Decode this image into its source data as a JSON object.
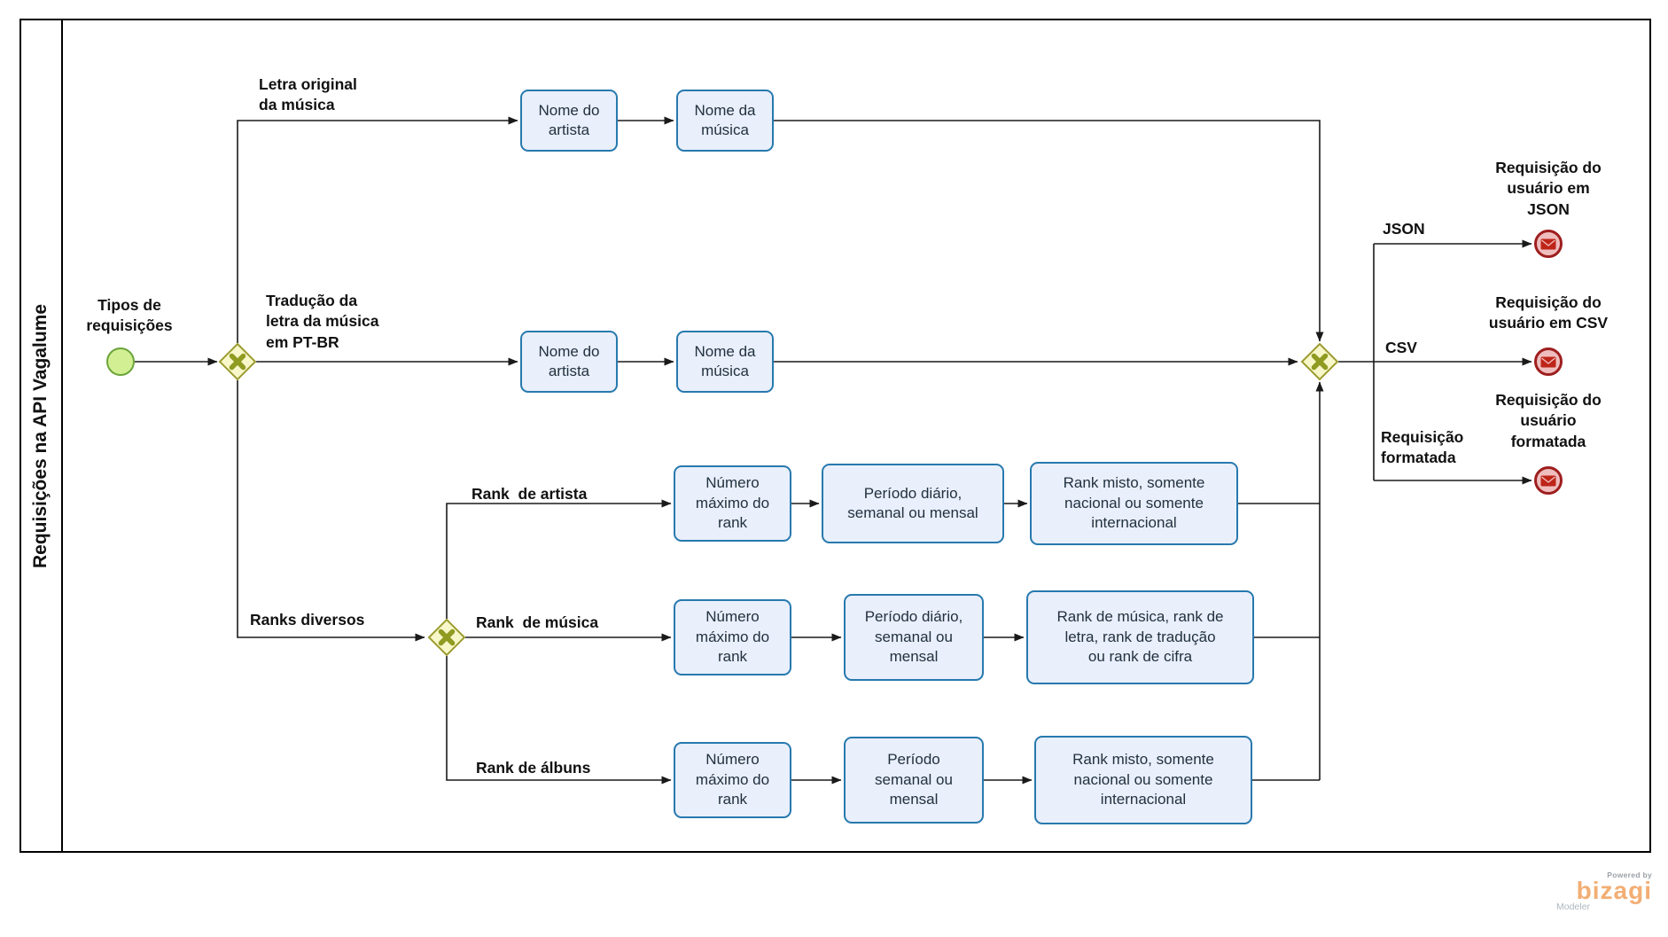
{
  "colors": {
    "task_fill": "#E9EFFB",
    "task_border": "#2779AE",
    "start_fill": "#D2EF93",
    "start_border": "#6BA43A",
    "gateway_fill": "#F7F7C9",
    "gateway_border": "#9C9C30",
    "gateway_cross": "#8F9B21",
    "end_fill": "#EFBDBD",
    "end_border": "#9E1E1E",
    "end_icon": "#BE2418",
    "brand_orange": "#F2AE74"
  },
  "lane": {
    "title": "Requisições na API Vagalume"
  },
  "labels": {
    "start": "Tipos de\nrequisições",
    "branch_letra": "Letra original\nda música",
    "branch_traducao": "Tradução da\nletra da música\nem PT-BR",
    "branch_ranks": "Ranks diversos",
    "branch_rank_artista": "Rank  de artista",
    "branch_rank_musica": "Rank  de música",
    "branch_rank_albuns": "Rank de álbuns",
    "edge_json": "JSON",
    "edge_csv": "CSV",
    "edge_formatada": "Requisição\nformatada",
    "end_json": "Requisição do\nusuário em\nJSON",
    "end_csv": "Requisição do\nusuário em CSV",
    "end_formatada": "Requisição do\nusuário\nformatada"
  },
  "tasks": {
    "letra_artista": "Nome do\nartista",
    "letra_musica": "Nome da\nmúsica",
    "trad_artista": "Nome do\nartista",
    "trad_musica": "Nome da\nmúsica",
    "rank_artista_num": "Número\nmáximo do\nrank",
    "rank_artista_periodo": "Período diário,\nsemanal ou mensal",
    "rank_artista_tipo": "Rank misto, somente\nnacional ou somente\ninternacional",
    "rank_musica_num": "Número\nmáximo do\nrank",
    "rank_musica_periodo": "Período diário,\nsemanal ou\nmensal",
    "rank_musica_tipo": "Rank de música, rank de\nletra, rank de tradução\nou rank de cifra",
    "rank_albuns_num": "Número\nmáximo do\nrank",
    "rank_albuns_periodo": "Período\nsemanal ou\nmensal",
    "rank_albuns_tipo": "Rank misto, somente\nnacional ou somente\ninternacional"
  },
  "branding": {
    "powered_by": "Powered by",
    "logo": "bizagi",
    "product": "Modeler"
  }
}
